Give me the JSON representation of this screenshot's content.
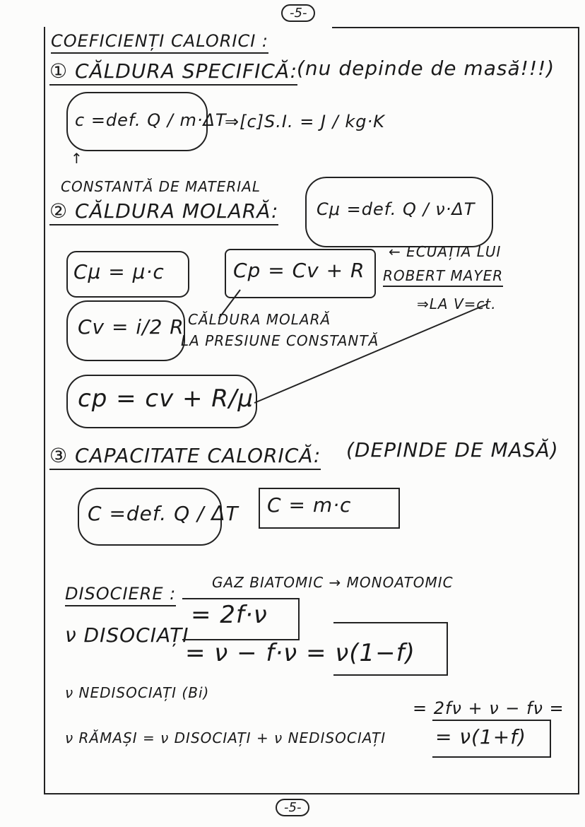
{
  "page_number_top": "-5-",
  "page_number_bottom": "-5-",
  "title": "COEFICIENȚI CALORICI :",
  "section1": {
    "heading": "① CĂLDURA SPECIFICĂ:",
    "note": "(nu depinde de masă!!!)",
    "formula": "c =def. Q / m·ΔT",
    "unit": "⇒[c]S.I. = J / kg·K",
    "annotation": "CONSTANTĂ DE MATERIAL"
  },
  "section2": {
    "heading": "② CĂLDURA MOLARĂ:",
    "formula": "Cμ =def. Q / ν·ΔT",
    "relation1": "Cμ = μ·c",
    "mayer": "Cp = Cv + R",
    "mayer_label_1": "← ECUAȚIA LUI",
    "mayer_label_2": "ROBERT MAYER",
    "cv_label": "⇒LA V=ct.",
    "cv_formula": "Cv = i/2 R",
    "cp_label_1": "CĂLDURA MOLARĂ",
    "cp_label_2": "LA PRESIUNE CONSTANTĂ",
    "specific_relation": "cp = cv + R/μ"
  },
  "section3": {
    "heading": "③ CAPACITATE CALORICĂ:",
    "note": "(DEPINDE DE MASĂ)",
    "formula": "C =def. Q / ΔT",
    "relation": "C = m·c"
  },
  "dissociation": {
    "heading": "DISOCIERE :",
    "description": "GAZ BIATOMIC → MONOATOMIC",
    "line1_lhs": "ν DISOCIAȚI",
    "line1_rhs": "= 2f·ν",
    "line2_lhs": "ν NEDISOCIAȚI (Bi)",
    "line2_rhs": "= ν − f·ν = ν(1−f)",
    "line3_lhs": "ν RĂMAȘI = ν DISOCIAȚI + ν NEDISOCIAȚI",
    "line3_mid": "= 2fν + ν − fν =",
    "line3_result": "= ν(1+f)"
  }
}
